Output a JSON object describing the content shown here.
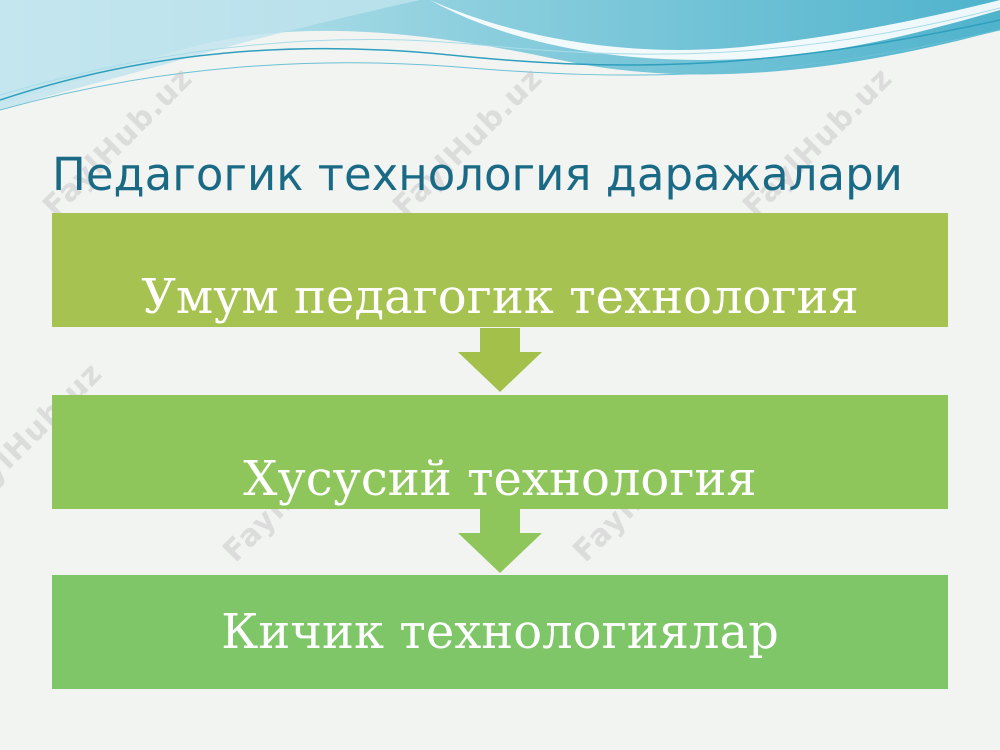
{
  "slide": {
    "title": "Педагогик технология даражалари",
    "watermark": "FaylHub.uz"
  },
  "levels": [
    {
      "label": "Умум педагогик технология",
      "color": "#a6c250"
    },
    {
      "label": "Хусусий технология",
      "color": "#8fc65c"
    },
    {
      "label": "Кичик технологиялар",
      "color": "#7ec668"
    }
  ],
  "colors": {
    "title": "#1a6a86",
    "arrow_1": "#a3c04b",
    "arrow_2": "#8fc65c",
    "wave": "#74c3d6",
    "background": "#f2f4f2"
  }
}
